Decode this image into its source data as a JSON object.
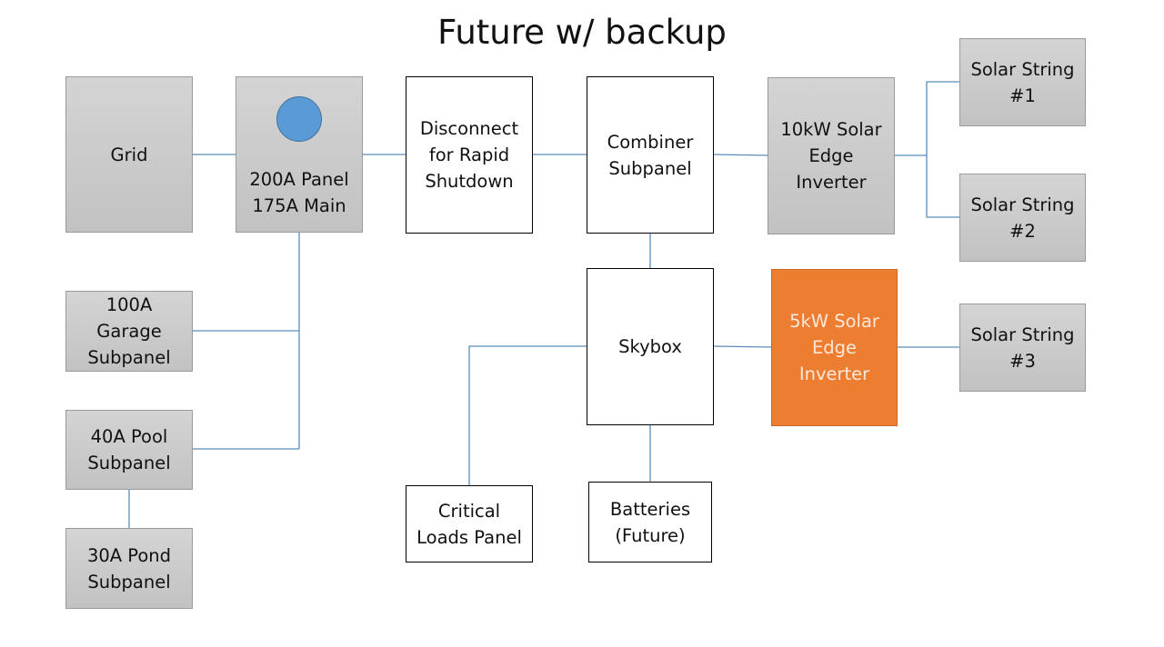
{
  "title": "Future w/ backup",
  "colors": {
    "wire": "#5b8db8",
    "gray_box_top": "#d4d4d4",
    "gray_box_bottom": "#c2c2c2",
    "orange_box": "#ed7d31",
    "orange_box_text": "#fbe8dc",
    "breaker_dot": "#5b9bd5"
  },
  "nodes": {
    "grid": {
      "label": "Grid",
      "style": "gray"
    },
    "main_panel": {
      "label": "200A Panel\n175A Main",
      "style": "gray",
      "icon": "breaker-dot-icon"
    },
    "disconnect": {
      "label": "Disconnect\nfor Rapid\nShutdown",
      "style": "white"
    },
    "combiner": {
      "label": "Combiner\nSubpanel",
      "style": "white"
    },
    "inverter_10kw": {
      "label": "10kW Solar\nEdge\nInverter",
      "style": "gray"
    },
    "solar_string_1": {
      "label": "Solar String\n#1",
      "style": "gray"
    },
    "solar_string_2": {
      "label": "Solar String\n#2",
      "style": "gray"
    },
    "garage_subpanel": {
      "label": "100A\nGarage\nSubpanel",
      "style": "gray"
    },
    "pool_subpanel": {
      "label": "40A Pool\nSubpanel",
      "style": "gray"
    },
    "pond_subpanel": {
      "label": "30A Pond\nSubpanel",
      "style": "gray"
    },
    "skybox": {
      "label": "Skybox",
      "style": "white"
    },
    "inverter_5kw": {
      "label": "5kW Solar\nEdge\nInverter",
      "style": "orange"
    },
    "solar_string_3": {
      "label": "Solar String\n#3",
      "style": "gray"
    },
    "critical_loads": {
      "label": "Critical\nLoads Panel",
      "style": "white"
    },
    "batteries": {
      "label": "Batteries\n(Future)",
      "style": "white"
    }
  },
  "connections": [
    [
      "grid",
      "main_panel"
    ],
    [
      "main_panel",
      "disconnect"
    ],
    [
      "disconnect",
      "combiner"
    ],
    [
      "combiner",
      "inverter_10kw"
    ],
    [
      "inverter_10kw",
      "solar_string_1"
    ],
    [
      "inverter_10kw",
      "solar_string_2"
    ],
    [
      "main_panel",
      "garage_subpanel"
    ],
    [
      "main_panel",
      "pool_subpanel"
    ],
    [
      "pool_subpanel",
      "pond_subpanel"
    ],
    [
      "combiner",
      "skybox"
    ],
    [
      "skybox",
      "inverter_5kw"
    ],
    [
      "inverter_5kw",
      "solar_string_3"
    ],
    [
      "skybox",
      "critical_loads"
    ],
    [
      "skybox",
      "batteries"
    ]
  ]
}
